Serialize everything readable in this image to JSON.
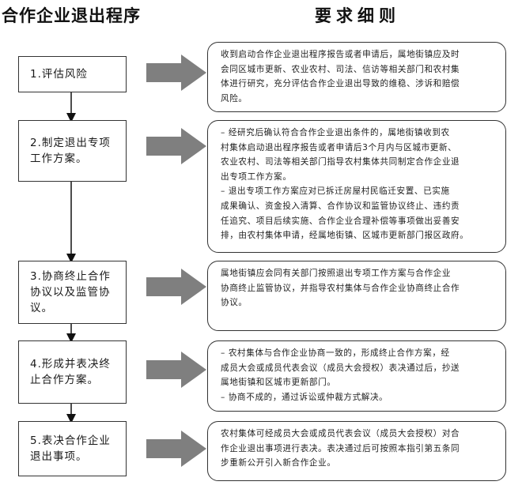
{
  "headings": {
    "left": "合作企业退出程序",
    "right": "要求细则"
  },
  "steps": [
    {
      "label": "1.评估风险"
    },
    {
      "label": "2.制定退出专项\n工作方案。"
    },
    {
      "label": "3.协商终止合作\n协议以及监管协\n议。"
    },
    {
      "label": "4.形成并表决终\n止合作方案。"
    },
    {
      "label": "5.表决合作企业\n退出事项。"
    }
  ],
  "requirements": [
    {
      "paragraphs": [
        "收到启动合作企业退出程序报告或者申请后，属地街镇应及时\n会同区城市更新、农业农村、司法、信访等相关部门和农村集\n体进行研究，充分评估合作企业退出导致的维稳、涉诉和赔偿\n风险。"
      ]
    },
    {
      "paragraphs": [
        "– 经研究后确认符合合作企业退出条件的，属地街镇收到农\n村集体启动退出程序报告或者申请后3个月内与区城市更新、\n农业农村、司法等相关部门指导农村集体共同制定合作企业退\n出专项工作方案。",
        "– 退出专项工作方案应对已拆迁房屋村民临迁安置、已实施\n成果确认、资金投入清算、合作协议和监管协议终止、违约责\n任追究、项目后续实施、合作企业合理补偿等事项做出妥善安\n排，由农村集体申请，经属地街镇、区城市更新部门报区政府。"
      ]
    },
    {
      "paragraphs": [
        "属地街镇应会同有关部门按照退出专项工作方案与合作企业\n协商终止监管协议，并指导农村集体与合作企业协商终止合作\n协议。"
      ]
    },
    {
      "paragraphs": [
        "– 农村集体与合作企业协商一致的，形成终止合作方案，经\n成员大会或成员代表会议（成员大会授权）表决通过后，抄送\n属地街镇和区城市更新部门。",
        "– 协商不成的，通过诉讼或仲裁方式解决。"
      ]
    },
    {
      "paragraphs": [
        "农村集体可经成员大会或成员代表会议（成员大会授权）对合\n作企业退出事项进行表决。表决通过后可按照本指引第五条同\n步重新公开引入新合作企业。"
      ]
    }
  ]
}
